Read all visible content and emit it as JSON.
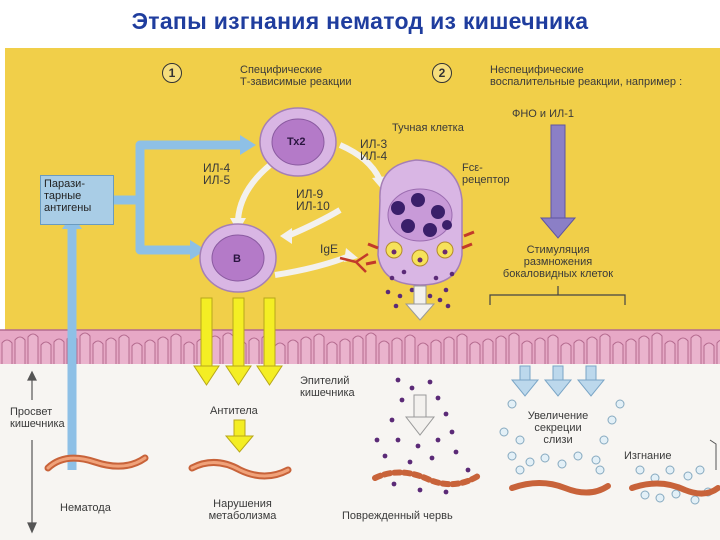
{
  "title": "Этапы изгнания нематод из кишечника",
  "section1": {
    "number": "1",
    "line1": "Специфические",
    "line2": "Т-зависимые реакции"
  },
  "section2": {
    "number": "2",
    "line1": "Неспецифические",
    "line2": "воспалительные реакции, например :"
  },
  "labels": {
    "antigens_1": "Парази-",
    "antigens_2": "тарные",
    "antigens_3": "антигены",
    "th2": "Тх2",
    "b_cell": "В",
    "il4_il5_1": "ИЛ-4",
    "il4_il5_2": "ИЛ-5",
    "il9_il10_1": "ИЛ-9",
    "il9_il10_2": "ИЛ-10",
    "il3_il4_1": "ИЛ-3",
    "il3_il4_2": "ИЛ-4",
    "mast_cell": "Тучная клетка",
    "fce_1": "Fcε-",
    "fce_2": "рецептор",
    "ige": "IgE",
    "tnf": "ФНО и ИЛ-1",
    "stim_1": "Стимуляция",
    "stim_2": "размножения",
    "stim_3": "бокаловидных клеток",
    "lumen_1": "Просвет",
    "lumen_2": "кишечника",
    "epithelium_1": "Эпителий",
    "epithelium_2": "кишечника",
    "antibodies": "Антитела",
    "mucus_1": "Увеличение",
    "mucus_2": "секреции",
    "mucus_3": "слизи",
    "nematode": "Нематода",
    "metab_1": "Нарушения",
    "metab_2": "метаболизма",
    "damaged_worm": "Поврежденный червь",
    "expulsion": "Изгнание"
  },
  "colors": {
    "panel": "#f1cf49",
    "title": "#1f3d9e",
    "cell_fill": "#d9b6e4",
    "cell_nucleus": "#b47ac8",
    "arrow_blue": "#8ec0e6",
    "arrow_yellow": "#f4ee24",
    "arrow_purple": "#8b7fc6",
    "worm": "#d8744a",
    "epithelium": "#e7a8c6"
  }
}
